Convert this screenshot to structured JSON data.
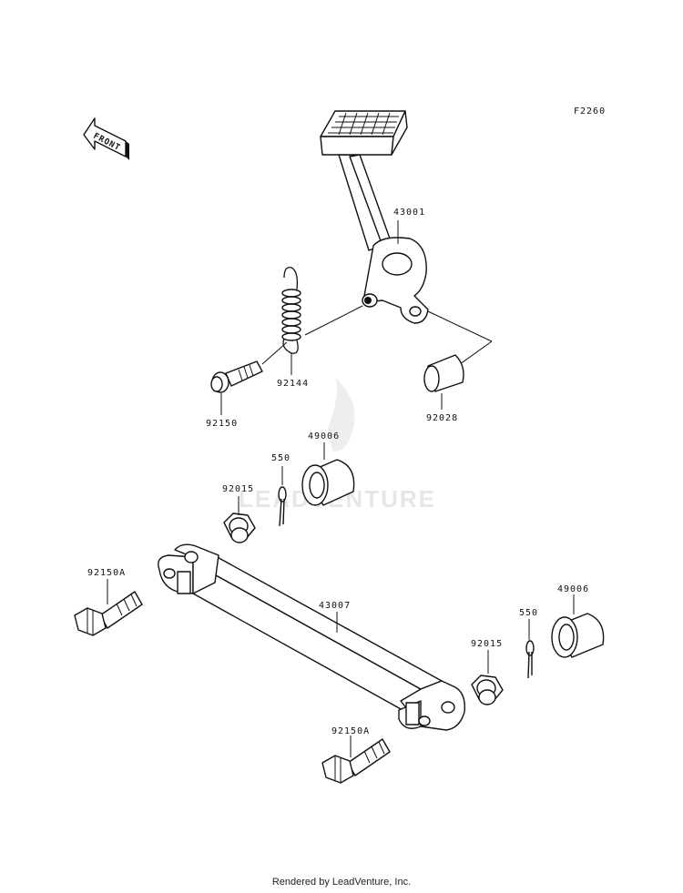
{
  "diagram": {
    "code": "F2260",
    "front_label": "FRONT",
    "watermark": "LEADVENTURE",
    "parts": {
      "pedal": "43001",
      "spring": "92144",
      "pivot_bolt": "92150",
      "bushing": "92028",
      "cap_upper": "49006",
      "cotter_upper": "550",
      "nut_upper": "92015",
      "rod": "43007",
      "bolt_left": "92150A",
      "bolt_lower": "92150A",
      "cotter_lower": "550",
      "nut_lower": "92015",
      "cap_lower": "49006"
    }
  },
  "footer": {
    "text": "Rendered by LeadVenture, Inc."
  }
}
